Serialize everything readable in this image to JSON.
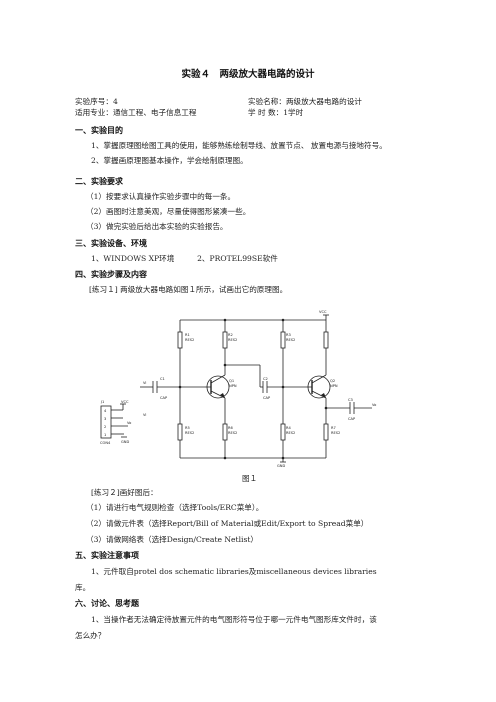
{
  "title": "实验４　两级放大器电路的设计",
  "meta": {
    "seq": "实验序号：4",
    "name": "实验名称：两级放大器电路的设计",
    "major": "适用专业：通信工程、电子信息工程",
    "hours": "学 时 数：1学时"
  },
  "sec1": {
    "heading": "一、实验目的",
    "items": [
      "1、掌握原理图绘图工具的使用，能够熟练绘制导线、放置节点、 放置电源与接地符号。",
      "2、掌握画原理图基本操作，学会绘制原理图。"
    ]
  },
  "sec2": {
    "heading": "二、实验要求",
    "items": [
      "（1）按要求认真操作实验步骤中的每一条。",
      "（2）画图时注意美观，尽量使得图形紧凑一些。",
      "（3）做完实验后给出本实验的实验报告。"
    ]
  },
  "sec3": {
    "heading": "三、实验设备、环境",
    "line": "1、WINDOWS XP环境　　　2、PROTEL99SE软件"
  },
  "sec4": {
    "heading": "四、实验步骤及内容",
    "ex1": "[练习１] 两级放大器电路如图１所示，试画出它的原理图。",
    "fig_caption": "图１",
    "ex2": "[练习２]画好图后：",
    "items": [
      "（1）请进行电气规则检查（选择Tools/ERC菜单）。",
      "（2）请做元件表（选择Report/Bill of Material或Edit/Export to Spread菜单）",
      "（3）请做网络表（选择Design/Create Netlist）"
    ]
  },
  "sec5": {
    "heading": "五、实验注意事项",
    "line1": "1、元件取自protel dos schematic libraries及miscellaneous devices libraries",
    "line2": "库。"
  },
  "sec6": {
    "heading": "六、讨论、思考题",
    "line1": "1、当操作者无法确定待放置元件的电气图形符号位于哪一元件电气图形库文件时，该",
    "line2": "怎么办？"
  },
  "circuit": {
    "vcc": "VCC",
    "gnd": "GND",
    "r1": "R1",
    "r1v": "RES2",
    "r2": "R2",
    "r2v": "RES2",
    "r3": "R3",
    "r3v": "RES2",
    "r4": "R4",
    "r4v": "RES2",
    "r5": "R5",
    "r5v": "RES2",
    "r6": "R6",
    "r6v": "RES2",
    "r7": "R7",
    "r7v": "RES2",
    "q1": "Q1",
    "q1v": "NPN",
    "q2": "Q2",
    "q2v": "NPN",
    "c1": "C1",
    "c1v": "CAP",
    "c2": "C2",
    "c2v": "CAP",
    "c3": "C3",
    "c3v": "CAP",
    "vi": "Vi",
    "vo": "Vo",
    "j1": "J1",
    "j1v": "CON4",
    "pins": [
      "4",
      "3",
      "2",
      "1"
    ],
    "j_vcc": "VCC",
    "j_vi": "Vi",
    "j_vo": "Vo",
    "j_gnd": "GND"
  }
}
